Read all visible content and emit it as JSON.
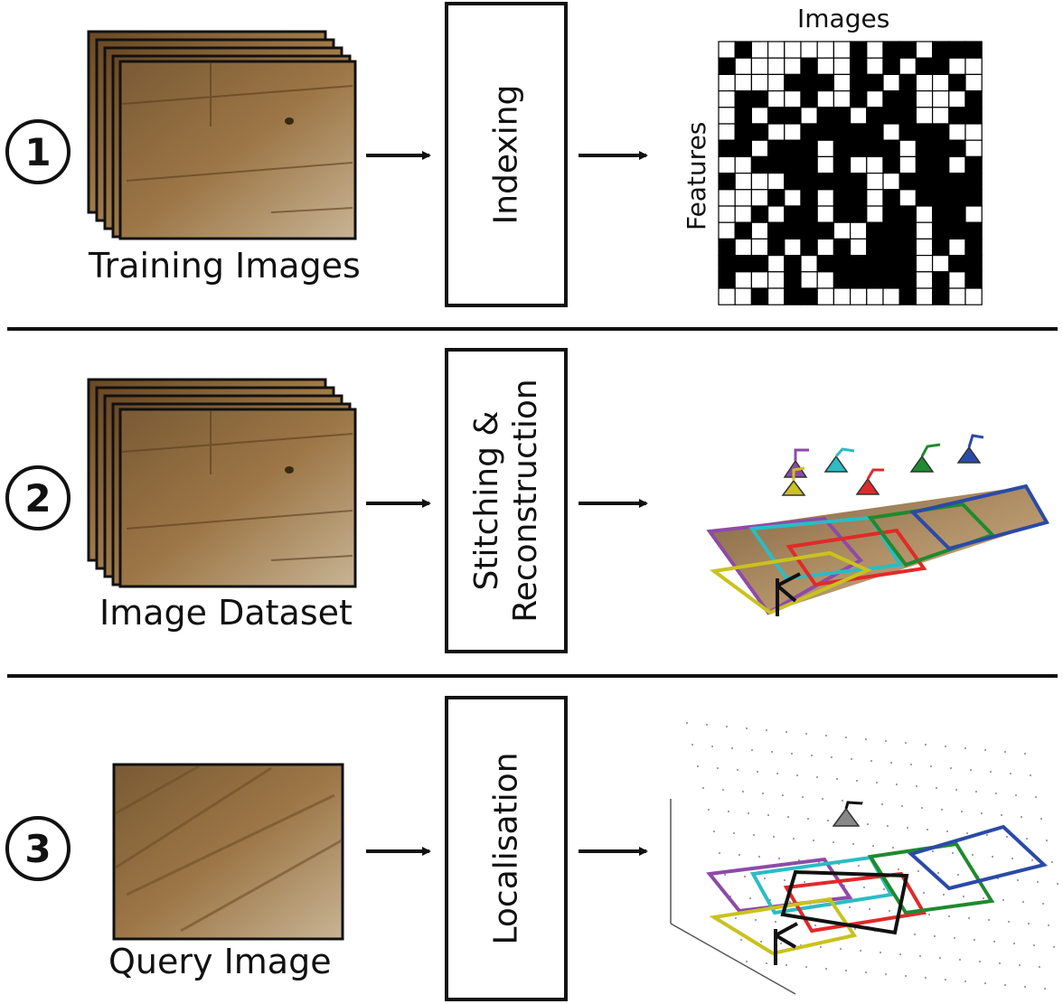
{
  "steps": [
    {
      "number": "1",
      "caption": "Training Images",
      "process": "Indexing",
      "output_title": "Images",
      "output_ylabel": "Features"
    },
    {
      "number": "2",
      "caption": "Image Dataset",
      "process_line1": "Stitching &",
      "process_line2": "Reconstruction"
    },
    {
      "number": "3",
      "caption": "Query Image",
      "process": "Localisation"
    }
  ],
  "colors": {
    "wood_light": "#a8824f",
    "wood_dark": "#6e4c28",
    "purple": "#8e4aa8",
    "cyan": "#2bbcc4",
    "red": "#e02a2a",
    "green": "#1f8a2e",
    "blue": "#2a4aa8",
    "yellow": "#c9c21f",
    "gray": "#888888"
  }
}
